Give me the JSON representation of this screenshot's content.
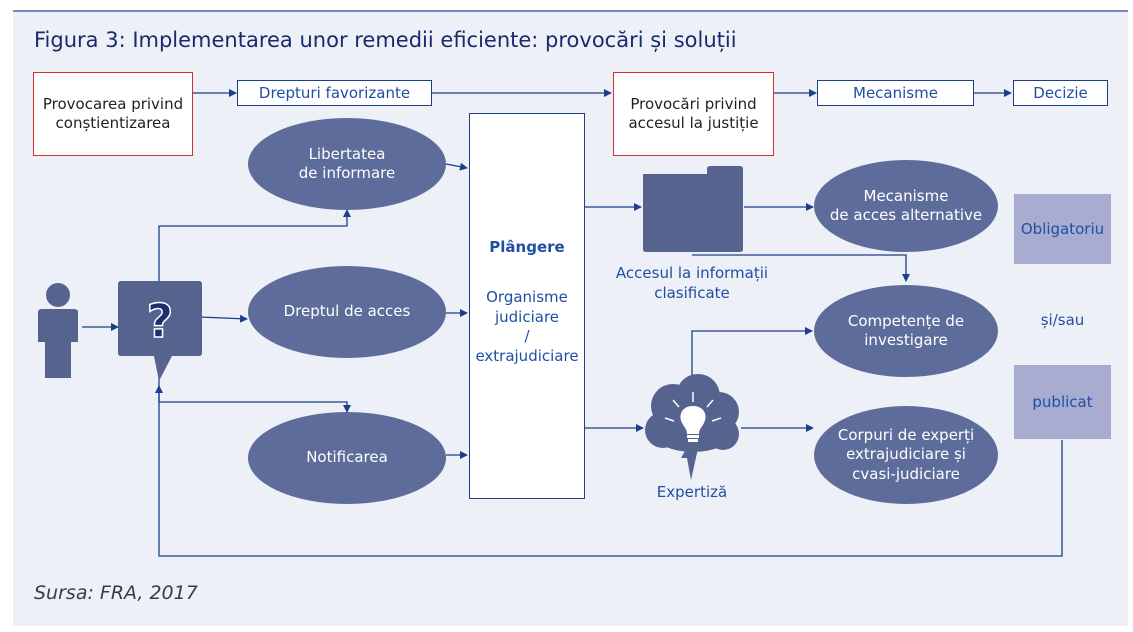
{
  "title": "Figura 3: Implementarea unor remedii eficiente: provocări și soluții",
  "source": "Sursa: FRA, 2017",
  "top_row": {
    "awareness_challenge": [
      "Provocarea privind",
      "conștientizarea"
    ],
    "favouring_rights": "Drepturi favorizante",
    "justice_challenge": [
      "Provocări privind",
      "accesul la justiție"
    ],
    "mechanisms": "Mecanisme",
    "decision": "Decizie"
  },
  "rights": {
    "freedom_info": [
      "Libertatea",
      "de informare"
    ],
    "right_access": "Dreptul de acces",
    "notification": "Notificarea"
  },
  "complaint": {
    "title": "Plângere",
    "bodies": [
      "Organisme",
      "judiciare",
      "/",
      "extrajudiciare"
    ]
  },
  "middle": {
    "classified_access": [
      "Accesul la informații",
      "clasificate"
    ],
    "expertise": "Expertiză"
  },
  "outcomes": {
    "alt_mechanisms": [
      "Mecanisme",
      "de acces alternative"
    ],
    "investigation": [
      "Competențe de",
      "investigare"
    ],
    "expert_bodies": [
      "Corpuri de experți",
      "extrajudiciare și",
      "cvasi-judiciare"
    ]
  },
  "legend": {
    "mandatory": "Obligatoriu",
    "and_or": "și/sau",
    "published": "publicat"
  },
  "icons": {
    "person": "person-icon",
    "question": "question-mark-icon",
    "folder": "folder-icon",
    "lightbulb": "lightbulb-cloud-icon"
  },
  "colors": {
    "ellipse": "#5d6c9b",
    "dark_icon": "#56638f",
    "line": "#1b3f88",
    "red_border": "#d62f2f",
    "square": "#a7acd0",
    "text_blue": "#1f4fa3"
  }
}
